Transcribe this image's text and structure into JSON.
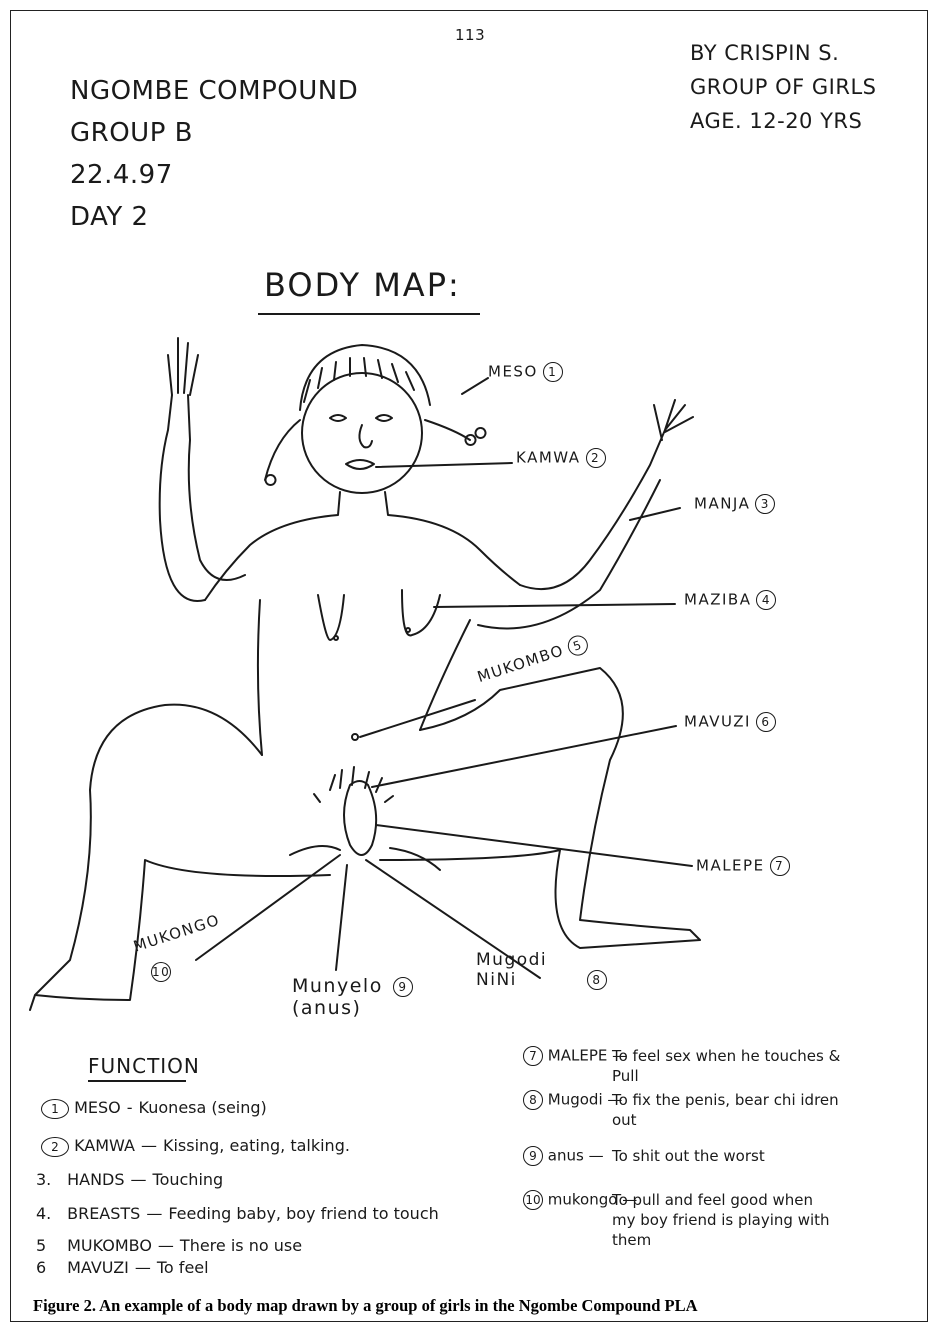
{
  "page_number": "113",
  "header_left": [
    "NGOMBE COMPOUND",
    "GROUP B",
    "22.4.97",
    "DAY 2"
  ],
  "header_right": [
    "BY CRISPIN S.",
    "GROUP OF GIRLS",
    "AGE. 12-20 YRS"
  ],
  "title": "BODY MAP:",
  "labels": [
    {
      "text": "MESO",
      "num": "1"
    },
    {
      "text": "KAMWA",
      "num": "2"
    },
    {
      "text": "MANJA",
      "num": "3"
    },
    {
      "text": "MAZIBA",
      "num": "4"
    },
    {
      "text": "MUKOMBO",
      "num": "5"
    },
    {
      "text": "MAVUZI",
      "num": "6"
    },
    {
      "text": "MALEPE",
      "num": "7"
    },
    {
      "text": "Mugodi NiNi",
      "num": "8"
    },
    {
      "text": "Munyelo (anus)",
      "num": "9"
    },
    {
      "text": "MUKONGO",
      "num": "10"
    }
  ],
  "function_heading": "FUNCTION",
  "functions_left": [
    {
      "num": "1",
      "term": "MESO",
      "def": "Kuonesa (seing)"
    },
    {
      "num": "2",
      "term": "KAMWA",
      "def": "Kissing, eating, talking."
    },
    {
      "num": "3.",
      "term": "HANDS",
      "def": "Touching"
    },
    {
      "num": "4.",
      "term": "BREASTS",
      "def": "Feeding baby, boy friend to touch"
    },
    {
      "num": "5",
      "term": "MUKOMBO",
      "def": "There is no use"
    },
    {
      "num": "6",
      "term": "MAVUZI",
      "def": "To feel"
    }
  ],
  "functions_right": [
    {
      "num": "7",
      "term": "MALEPE",
      "def": "To feel sex when he touches & Pull"
    },
    {
      "num": "8",
      "term": "Mugodi",
      "def": "To fix the penis, bear chi idren out"
    },
    {
      "num": "9",
      "term": "anus",
      "def": "To shit out the worst"
    },
    {
      "num": "10",
      "term": "mukongo",
      "def": "To pull and feel good when my boy friend is playing with them"
    }
  ],
  "caption": "Figure 2. An example of a body map drawn by a group of girls in the Ngombe Compound PLA"
}
